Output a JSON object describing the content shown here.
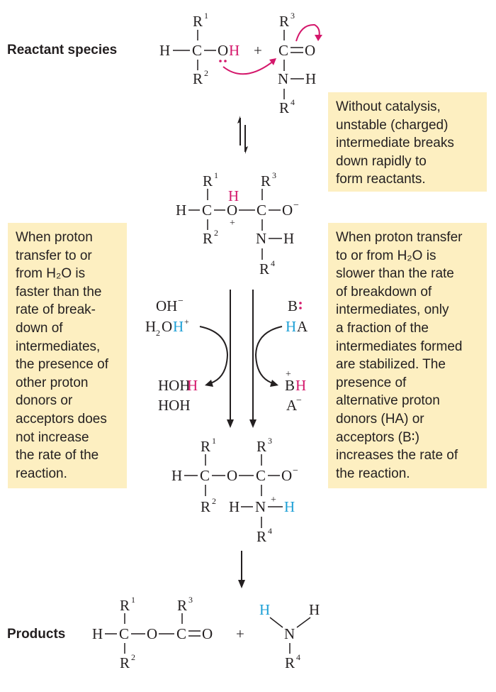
{
  "labels": {
    "reactants": "Reactant species",
    "products": "Products"
  },
  "notes": {
    "uncatalyzed": "Without catalysis,\nunstable (charged)\nintermediate breaks\ndown rapidly to\nform reactants.",
    "specific": "When proton\ntransfer to or\nfrom H₂O is\nfaster than the\nrate of break-\ndown of\nintermediates,\nthe presence of\nother proton\ndonors or\nacceptors does\nnot increase\nthe rate of the\nreaction.",
    "general": "When proton transfer\nto or from H₂O is\nslower than the rate\nof breakdown of\nintermediates, only\na fraction of the\nintermediates formed\nare stabilized. The\npresence of\nalternative proton\ndonors (HA) or\nacceptors (B∶)\nincreases the rate of\nthe reaction."
  },
  "atoms": {
    "H": "H",
    "C": "C",
    "O": "O",
    "N": "N",
    "A": "A",
    "B": "B",
    "R": "R",
    "n1": "1",
    "n2": "2",
    "n3": "3",
    "n4": "4",
    "plus": "+",
    "minus": "−",
    "lone_pair": "∶",
    "OH": "OH",
    "HOH": "HOH",
    "HA": "HA",
    "H2O": "H₂O"
  },
  "colors": {
    "ink": "#231f20",
    "pink": "#d4176b",
    "blue": "#1ea0d6",
    "note_bg": "#fdefc1"
  }
}
